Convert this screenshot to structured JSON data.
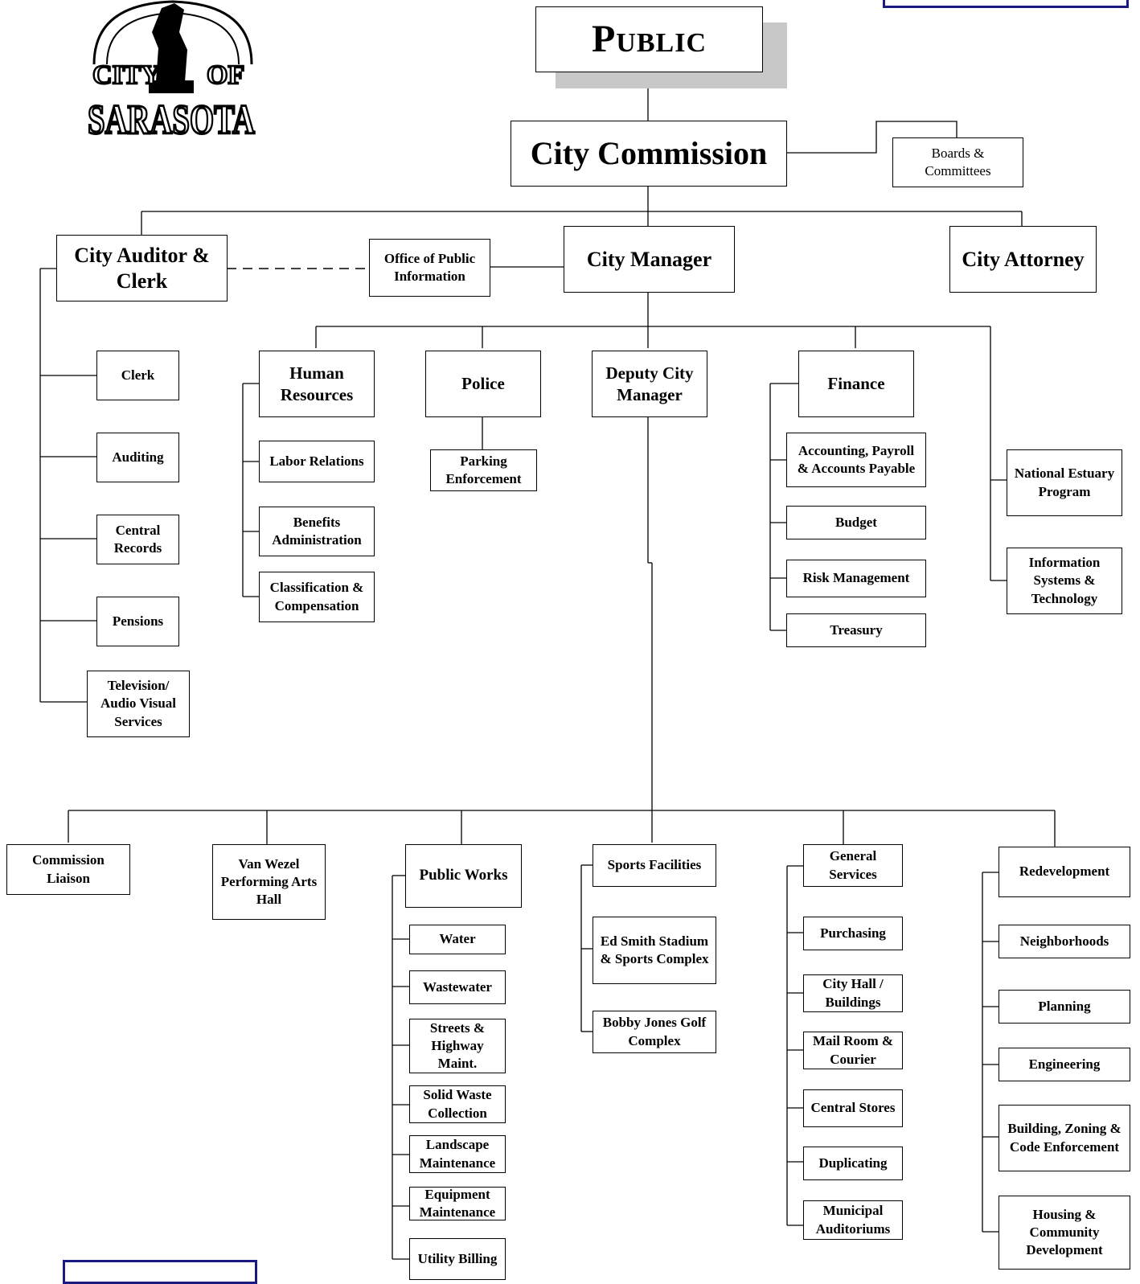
{
  "logo": {
    "line1_left": "CITY",
    "line1_right": "OF",
    "line2": "SARASOTA"
  },
  "top": {
    "public": "Public",
    "city_commission": "City Commission",
    "boards": "Boards &\nCommittees"
  },
  "row1": {
    "auditor": "City Auditor &\nClerk",
    "opi": "Office of Public\nInformation",
    "city_manager": "City Manager",
    "city_attorney": "City Attorney"
  },
  "auditor_units": [
    "Clerk",
    "Auditing",
    "Central\nRecords",
    "Pensions",
    "Television/\nAudio Visual\nServices"
  ],
  "hr": {
    "title": "Human\nResources",
    "units": [
      "Labor Relations",
      "Benefits\nAdministration",
      "Classification &\nCompensation"
    ]
  },
  "police": {
    "title": "Police",
    "units": [
      "Parking\nEnforcement"
    ]
  },
  "deputy": "Deputy City\nManager",
  "finance": {
    "title": "Finance",
    "units": [
      "Accounting, Payroll\n& Accounts Payable",
      "Budget",
      "Risk Management",
      "Treasury"
    ]
  },
  "right_units": [
    "National Estuary\nProgram",
    "Information\nSystems &\nTechnology"
  ],
  "bottom": {
    "commission_liaison": "Commission\nLiaison",
    "van_wezel": "Van Wezel\nPerforming Arts\nHall",
    "public_works": {
      "title": "Public Works",
      "units": [
        "Water",
        "Wastewater",
        "Streets &\nHighway\nMaint.",
        "Solid Waste\nCollection",
        "Landscape\nMaintenance",
        "Equipment\nMaintenance",
        "Utility Billing"
      ]
    },
    "sports": {
      "title": "Sports Facilities",
      "units": [
        "Ed Smith Stadium\n& Sports Complex",
        "Bobby Jones Golf\nComplex"
      ]
    },
    "general_services": {
      "title": "General\nServices",
      "units": [
        "Purchasing",
        "City Hall /\nBuildings",
        "Mail Room &\nCourier",
        "Central Stores",
        "Duplicating",
        "Municipal\nAuditoriums"
      ]
    },
    "redevelopment": {
      "title": "Redevelopment",
      "units": [
        "Neighborhoods",
        "Planning",
        "Engineering",
        "Building, Zoning &\nCode Enforcement",
        "Housing &\nCommunity\nDevelopment"
      ]
    }
  }
}
